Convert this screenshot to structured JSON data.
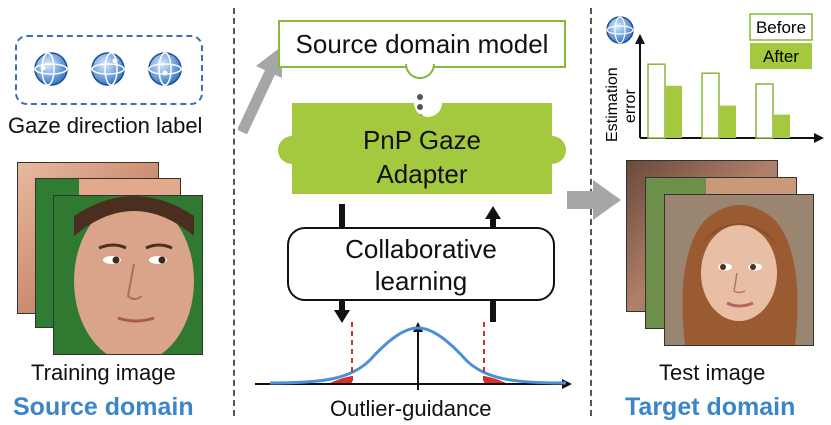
{
  "source": {
    "gaze_label": "Gaze direction label",
    "caption": "Training image",
    "domain": "Source domain"
  },
  "middle": {
    "source_model": "Source domain model",
    "adapter_line1": "PnP Gaze",
    "adapter_line2": "Adapter",
    "collab_line1": "Collaborative",
    "collab_line2": "learning",
    "outlier": "Outlier-guidance"
  },
  "target": {
    "caption": "Test image",
    "domain": "Target domain",
    "legend_before": "Before",
    "legend_after": "After",
    "ylabel_line1": "Estimation",
    "ylabel_line2": "error"
  },
  "colors": {
    "green": "#a4c93f",
    "green_border": "#8ab63a",
    "blue_text": "#3a86c8",
    "curve": "#4a90d9",
    "outlier_red": "#d0312d",
    "arrow_gray": "#a6a6a6"
  },
  "chart_data": {
    "type": "bar",
    "categories": [
      "",
      "",
      ""
    ],
    "series": [
      {
        "name": "Before",
        "values": [
          0.82,
          0.72,
          0.6
        ]
      },
      {
        "name": "After",
        "values": [
          0.58,
          0.36,
          0.26
        ]
      }
    ],
    "title": "",
    "xlabel": "",
    "ylabel": "Estimation error",
    "ylim": [
      0,
      1
    ]
  }
}
